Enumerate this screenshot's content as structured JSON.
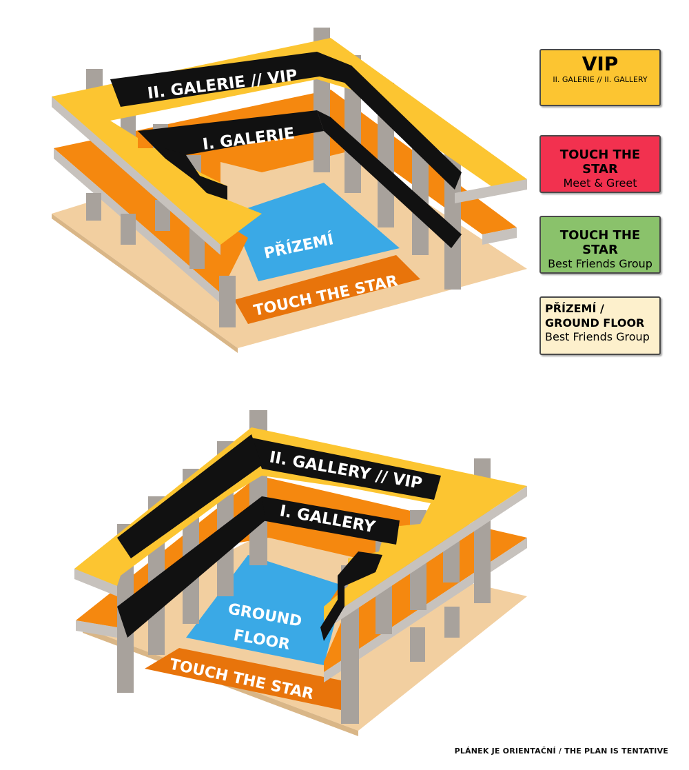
{
  "top_plan": {
    "level2_label": "II. GALERIE // VIP",
    "level1_label": "I. GALERIE",
    "ground_label": "PŘÍZEMÍ",
    "stage_label": "TOUCH THE STAR"
  },
  "bottom_plan": {
    "level2_label": "II. GALLERY // VIP",
    "level1_label": "I. GALLERY",
    "ground_label_line1": "GROUND",
    "ground_label_line2": "FLOOR",
    "stage_label": "TOUCH THE STAR"
  },
  "legend": [
    {
      "title": "VIP",
      "subtitle": "II. GALERIE // II. GALLERY",
      "color": "#fcc531"
    },
    {
      "title": "TOUCH THE STAR",
      "subtitle": "Meet & Greet",
      "color": "#f2314f"
    },
    {
      "title": "TOUCH THE STAR",
      "subtitle": "Best Friends Group",
      "color": "#8ac26b"
    },
    {
      "title": "PŘÍZEMÍ / GROUND FLOOR",
      "subtitle": "Best Friends Group",
      "color": "#fdf0cc"
    }
  ],
  "colors": {
    "vip_floor": "#fcc531",
    "level1_floor": "#f5880f",
    "ground_floor": "#f2cfa0",
    "ground_area": "#3aa9e6",
    "stage": "#e8740b",
    "railing": "#111111",
    "column": "#a8a29c"
  },
  "note": "PLÁNEK JE ORIENTAČNÍ / THE PLAN IS TENTATIVE"
}
